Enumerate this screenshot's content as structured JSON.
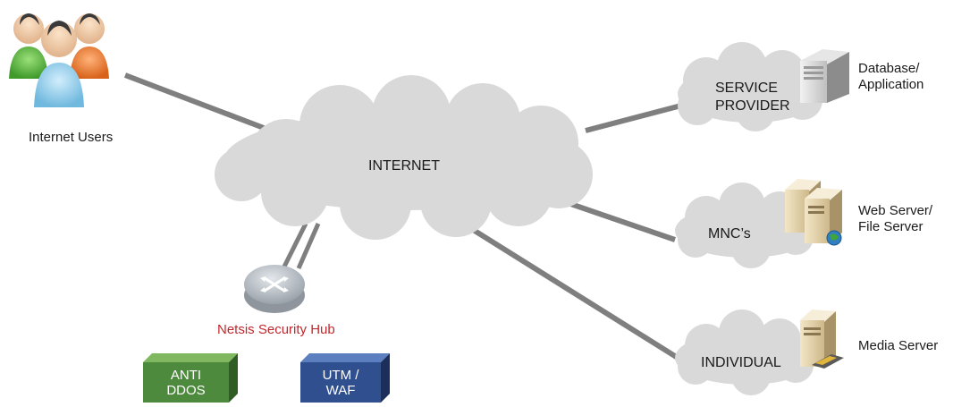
{
  "internet": {
    "label": "INTERNET"
  },
  "users": {
    "label": "Internet Users",
    "icon": "users-group-icon"
  },
  "hub": {
    "label": "Netsis Security Hub",
    "label_color": "#c0282d",
    "icon": "router-icon"
  },
  "boxes": [
    {
      "label_line1": "ANTI",
      "label_line2": "DDOS",
      "color": "#4e8a3e"
    },
    {
      "label_line1": "UTM /",
      "label_line2": "WAF",
      "color": "#2f4f8f"
    }
  ],
  "clouds": [
    {
      "line1": "SERVICE",
      "line2": "PROVIDER"
    },
    {
      "line1": "MNC’s"
    },
    {
      "line1": "INDIVIDUAL"
    }
  ],
  "servers": [
    {
      "line1": "Database/",
      "line2": "Application",
      "icon": "database-server-icon"
    },
    {
      "line1": "Web Server/",
      "line2": "File Server",
      "icon": "web-server-icon"
    },
    {
      "line1": "Media Server",
      "icon": "media-server-icon"
    }
  ],
  "colors": {
    "link": "#7f7f7f",
    "cloud": "#d9d9d9",
    "cloud_edge": "#c4c4c4"
  }
}
